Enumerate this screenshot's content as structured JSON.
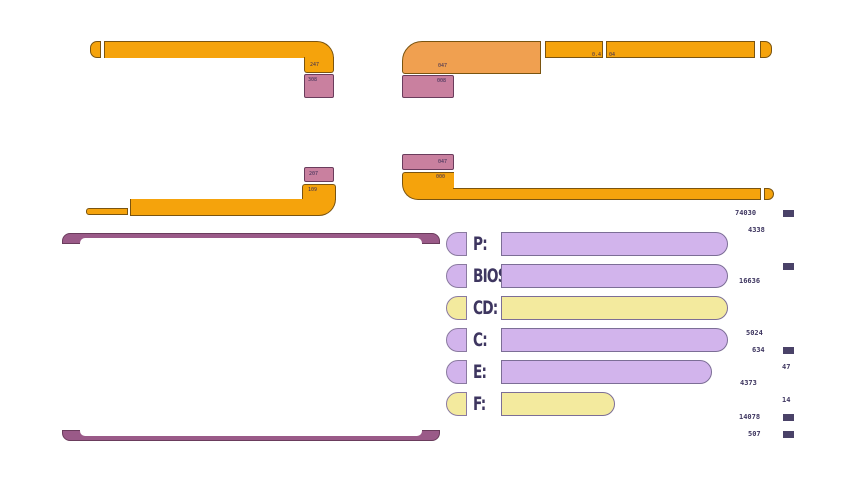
{
  "colors": {
    "orange": "#f5a30c",
    "orange_light": "#f0a050",
    "mauve": "#c9809f",
    "purple_frame": "#9a5a88",
    "lavender": "#d2b4ec",
    "yellow": "#f3ea9e"
  },
  "elbows": {
    "top_left": {
      "label_upper": "247",
      "label_lower": "308"
    },
    "top_right": {
      "label_upper": "047",
      "label_lower": "008",
      "label_mid_a": "0.4",
      "label_mid_b": "04"
    },
    "bottom_left": {
      "label_upper": "207",
      "label_lower": "109"
    },
    "bottom_right": {
      "label_upper": "047",
      "label_lower": "000"
    }
  },
  "drives": [
    {
      "label": "P:",
      "fill": 1.0,
      "color": "lavender"
    },
    {
      "label": "BIOS",
      "fill": 1.0,
      "color": "lavender"
    },
    {
      "label": "CD:",
      "fill": 1.0,
      "color": "yellow"
    },
    {
      "label": "C:",
      "fill": 1.0,
      "color": "lavender"
    },
    {
      "label": "E:",
      "fill": 0.93,
      "color": "lavender"
    },
    {
      "label": "F:",
      "fill": 0.5,
      "color": "yellow"
    }
  ],
  "readout": {
    "r1": "74030",
    "r2": "4338",
    "r3": "16636",
    "r4": "5024",
    "r5": "634",
    "r6": "47",
    "r7": "4373",
    "r8": "14",
    "r9": "14078",
    "r10": "507"
  }
}
